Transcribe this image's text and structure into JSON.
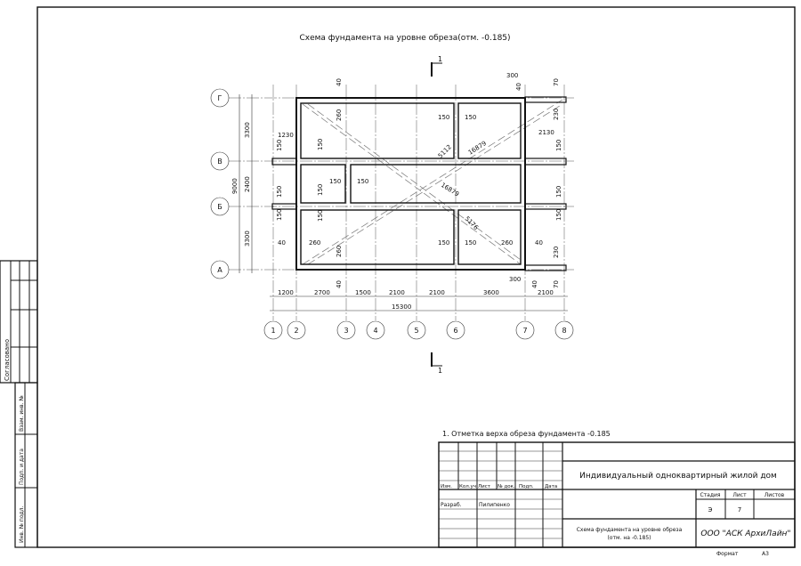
{
  "drawing": {
    "title": "Схема фундамента на уровне обреза(отм. -0.185)",
    "section_mark": "1",
    "row_axes": [
      "Г",
      "В",
      "Б",
      "А"
    ],
    "col_axes": [
      "1",
      "2",
      "3",
      "4",
      "5",
      "6",
      "7",
      "8"
    ],
    "left_dims": {
      "total": "9000",
      "parts": [
        "3300",
        "2400",
        "3300"
      ]
    },
    "bottom_dims": {
      "parts": [
        "1200",
        "2700",
        "1500",
        "2100",
        "2100",
        "3600",
        "2100"
      ],
      "total": "15300"
    },
    "dims": [
      "40",
      "300",
      "40",
      "70",
      "260",
      "150",
      "150",
      "1230",
      "2130",
      "150",
      "150",
      "150",
      "5112",
      "16879",
      "150",
      "150",
      "150",
      "150",
      "150",
      "16879",
      "150",
      "150",
      "150",
      "5176",
      "40",
      "260",
      "150",
      "150",
      "260",
      "40",
      "260",
      "230",
      "300",
      "40",
      "70",
      "40",
      "230"
    ]
  },
  "note": "1. Отметка верха обреза фундамента -0.185",
  "left_stamp": {
    "agreed": "Согласовано",
    "labels": [
      "Взам. инв. №",
      "Подп. и дата",
      "Инв. № подл."
    ]
  },
  "title_block": {
    "columns": [
      "Изм.",
      "Кол.уч.",
      "Лист",
      "№ док.",
      "Подп.",
      "Дата"
    ],
    "role": "Разраб.",
    "name": "Пилипенко",
    "project": "Индивидуальный одноквартирный жилой дом",
    "stage_headers": [
      "Стадия",
      "Лист",
      "Листов"
    ],
    "stage_values": [
      "Э",
      "7",
      ""
    ],
    "sheet_title_1": "Схема фундамента на уровне обреза",
    "sheet_title_2": "(отм. на -0.185)",
    "company": "ООО \"АСК АрхиЛайн\"",
    "format_label": "Формат",
    "format_value": "А3"
  }
}
